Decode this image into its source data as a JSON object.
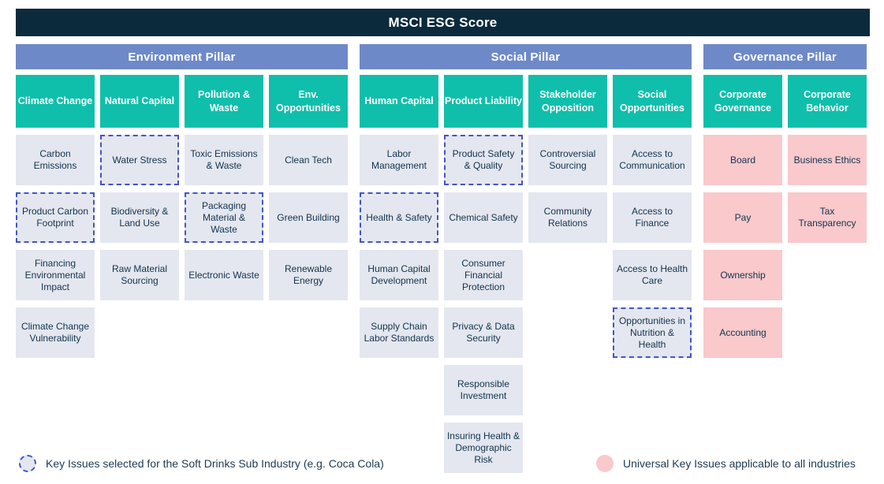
{
  "title": "MSCI ESG Score",
  "colors": {
    "title_bar": "#0b2b3c",
    "pillar_header": "#6e89c8",
    "theme_header": "#0fbfab",
    "key_issue_bg": "#e4e7ef",
    "universal_bg": "#f9c9cc",
    "selected_border": "#4355c5",
    "text_dark": "#12334e"
  },
  "pillars": [
    {
      "name": "Environment Pillar",
      "themes": [
        {
          "name": "Climate Change",
          "key_issues": [
            {
              "label": "Carbon Emissions"
            },
            {
              "label": "Product Carbon Footprint",
              "selected_soft_drinks": true
            },
            {
              "label": "Financing Environmental Impact"
            },
            {
              "label": "Climate Change Vulnerability"
            }
          ]
        },
        {
          "name": "Natural Capital",
          "key_issues": [
            {
              "label": "Water Stress",
              "selected_soft_drinks": true
            },
            {
              "label": "Biodiversity & Land Use"
            },
            {
              "label": "Raw Material Sourcing"
            }
          ]
        },
        {
          "name": "Pollution & Waste",
          "key_issues": [
            {
              "label": "Toxic Emissions & Waste"
            },
            {
              "label": "Packaging Material & Waste",
              "selected_soft_drinks": true
            },
            {
              "label": "Electronic Waste"
            }
          ]
        },
        {
          "name": "Env. Opportunities",
          "key_issues": [
            {
              "label": "Clean Tech"
            },
            {
              "label": "Green Building"
            },
            {
              "label": "Renewable Energy"
            }
          ]
        }
      ]
    },
    {
      "name": "Social Pillar",
      "themes": [
        {
          "name": "Human Capital",
          "key_issues": [
            {
              "label": "Labor Management"
            },
            {
              "label": "Health & Safety",
              "selected_soft_drinks": true
            },
            {
              "label": "Human Capital Development"
            },
            {
              "label": "Supply Chain Labor Standards"
            }
          ]
        },
        {
          "name": "Product Liability",
          "key_issues": [
            {
              "label": "Product Safety & Quality",
              "selected_soft_drinks": true
            },
            {
              "label": "Chemical Safety"
            },
            {
              "label": "Consumer Financial Protection"
            },
            {
              "label": "Privacy & Data Security"
            },
            {
              "label": "Responsible Investment"
            },
            {
              "label": "Insuring Health & Demographic Risk"
            }
          ]
        },
        {
          "name": "Stakeholder Opposition",
          "key_issues": [
            {
              "label": "Controversial Sourcing"
            },
            {
              "label": "Community Relations"
            }
          ]
        },
        {
          "name": "Social Opportunities",
          "key_issues": [
            {
              "label": "Access to Communication"
            },
            {
              "label": "Access to Finance"
            },
            {
              "label": "Access to Health Care"
            },
            {
              "label": "Opportunities in Nutrition & Health",
              "selected_soft_drinks": true
            }
          ]
        }
      ]
    },
    {
      "name": "Governance Pillar",
      "themes": [
        {
          "name": "Corporate Governance",
          "key_issues": [
            {
              "label": "Board",
              "universal": true
            },
            {
              "label": "Pay",
              "universal": true
            },
            {
              "label": "Ownership",
              "universal": true
            },
            {
              "label": "Accounting",
              "universal": true
            }
          ]
        },
        {
          "name": "Corporate Behavior",
          "key_issues": [
            {
              "label": "Business Ethics",
              "universal": true
            },
            {
              "label": "Tax Transparency",
              "universal": true
            }
          ]
        }
      ]
    }
  ],
  "legend": {
    "selected_label": "Key Issues selected for the Soft Drinks Sub Industry (e.g. Coca Cola)",
    "universal_label": "Universal Key Issues applicable to all industries"
  }
}
